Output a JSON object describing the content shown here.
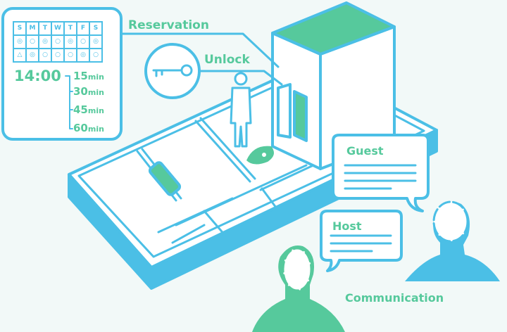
{
  "colors": {
    "blue": "#4bbfe6",
    "green": "#56c99c",
    "background": "#f2f9f8"
  },
  "labels": {
    "reservation": "Reservation",
    "unlock": "Unlock",
    "guest": "Guest",
    "host": "Host",
    "communication": "Communication"
  },
  "calendar": {
    "days": [
      "S",
      "M",
      "T",
      "W",
      "T",
      "F",
      "S"
    ],
    "rows": [
      [
        "◎",
        "○",
        "◎",
        "○",
        "◎",
        "○",
        "◎"
      ],
      [
        "△",
        "◎",
        "○",
        "○",
        "○",
        "◎",
        "○"
      ]
    ]
  },
  "time": "14:00",
  "durations": [
    {
      "value": "15",
      "unit": "min"
    },
    {
      "value": "30",
      "unit": "min"
    },
    {
      "value": "45",
      "unit": "min"
    },
    {
      "value": "60",
      "unit": "min"
    }
  ]
}
